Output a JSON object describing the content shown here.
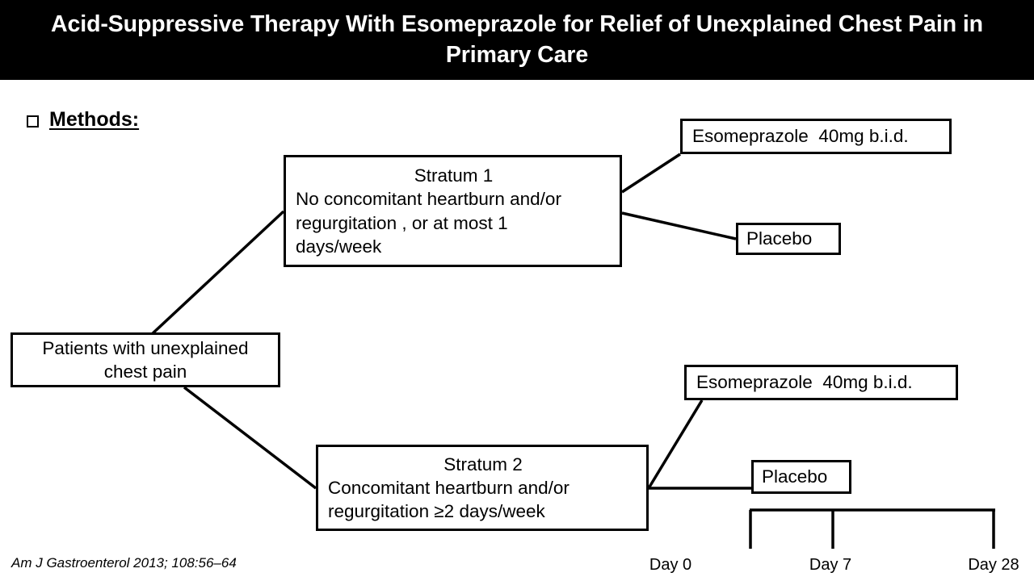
{
  "slide": {
    "title": "Acid-Suppressive Therapy With Esomeprazole for Relief of Unexplained Chest Pain in Primary Care",
    "section_heading": "Methods:",
    "bullet_icon": "square-bullet-icon",
    "citation": "Am J Gastroenterol 2013; 108:56–64",
    "title_bar_color": "#000000",
    "title_text_color": "#FFFFFF",
    "background_color": "#FFFFFF",
    "line_color": "#000000"
  },
  "flowchart": {
    "patients": {
      "name": "patients-box",
      "lines": [
        "Patients with unexplained",
        "chest pain"
      ]
    },
    "stratum1": {
      "name": "stratum-1-box",
      "heading": "Stratum 1",
      "lines": [
        "No concomitant heartburn and/or",
        "regurgitation , or at most 1",
        "days/week"
      ]
    },
    "stratum2": {
      "name": "stratum-2-box",
      "heading": "Stratum 2",
      "lines": [
        "Concomitant heartburn and/or",
        "regurgitation ≥2 days/week"
      ]
    },
    "arms": {
      "stratum1_active": "Esomeprazole  40mg b.i.d.",
      "stratum1_control": "Placebo",
      "stratum2_active": "Esomeprazole  40mg b.i.d.",
      "stratum2_control": "Placebo"
    }
  },
  "timeline": {
    "labels": [
      "Day 0",
      "Day 7",
      "Day 28"
    ],
    "day_0": "Day 0",
    "day_7": "Day 7",
    "day_28": "Day 28"
  }
}
